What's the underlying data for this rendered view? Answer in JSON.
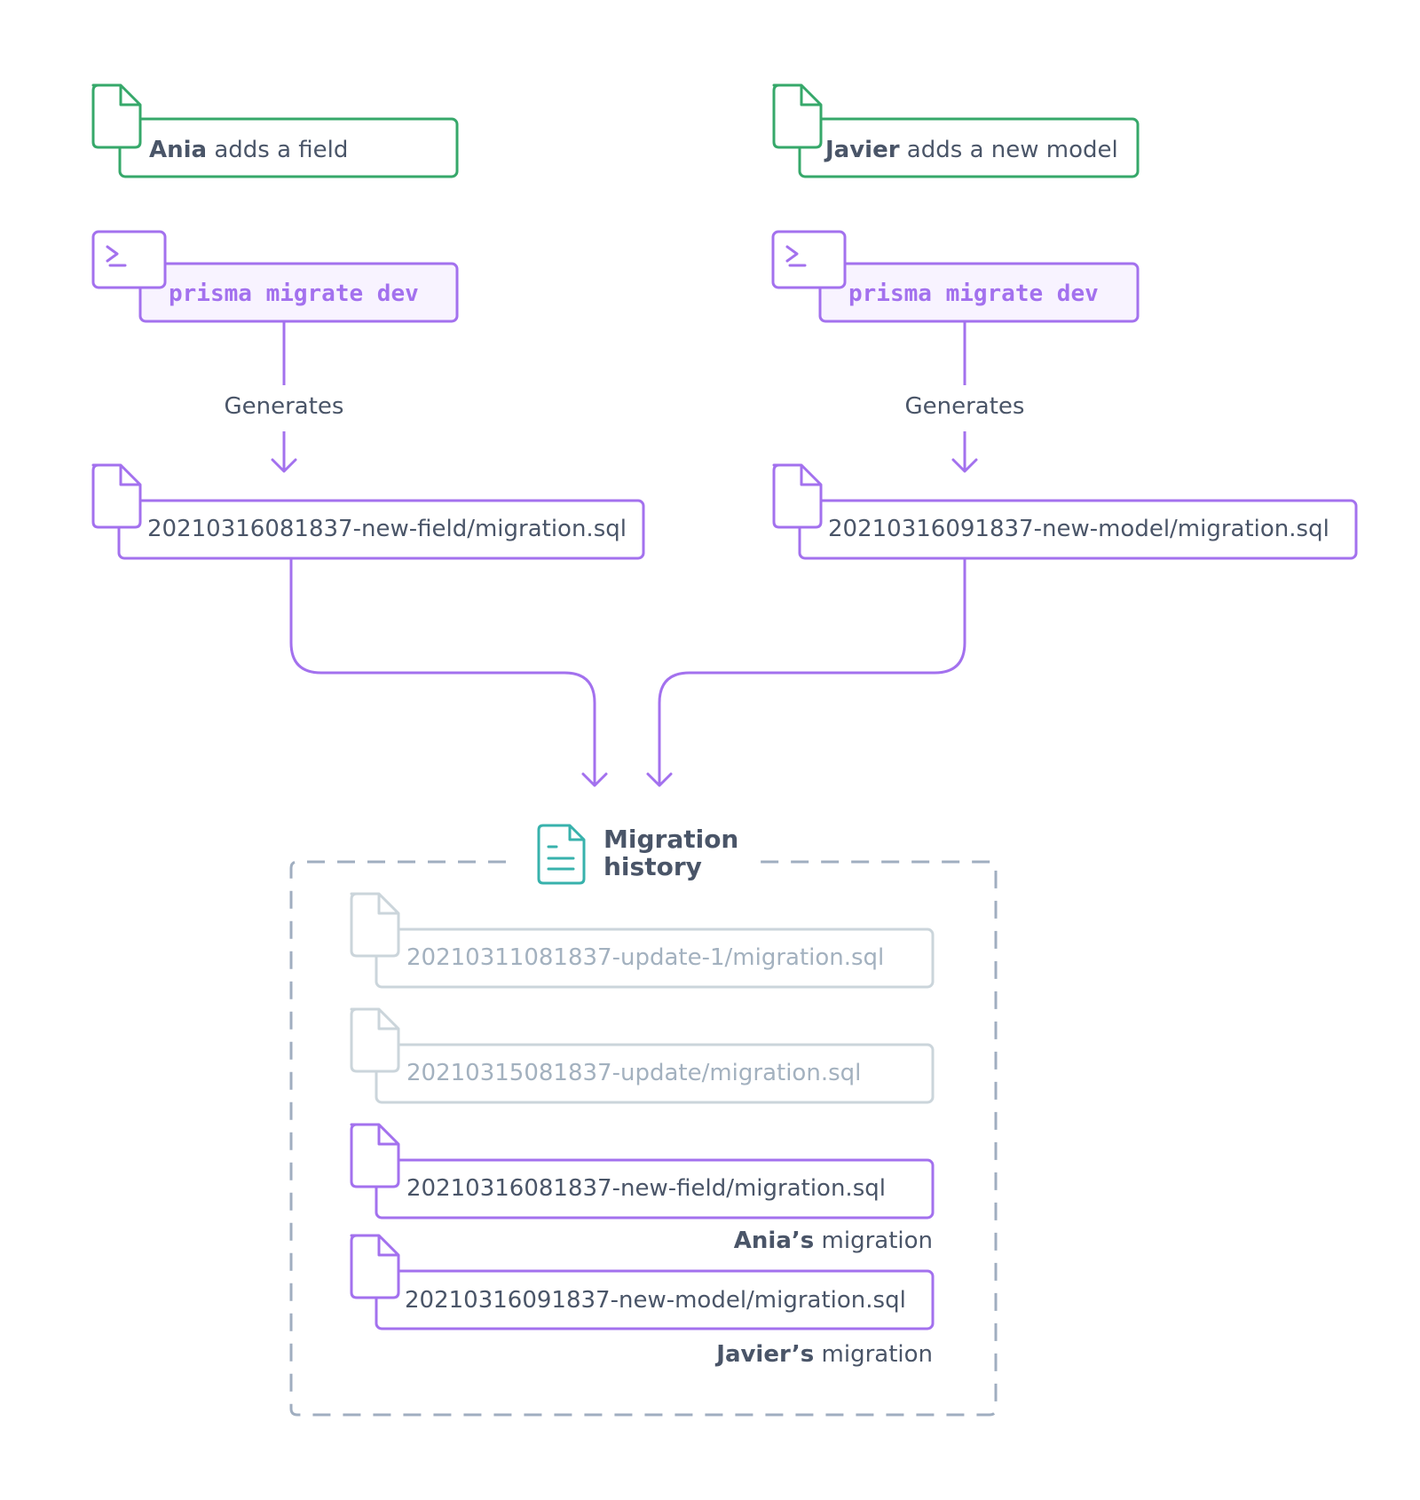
{
  "colors": {
    "green": "#36A86A",
    "purple": "#A371EE",
    "purple_fill": "#F8F3FF",
    "teal": "#38B2AC",
    "gray_border": "#CBD5DB",
    "gray_text": "#A3B1BF",
    "dashed_border": "#A0AEC0",
    "text": "#4A5568"
  },
  "left": {
    "actor_name": "Ania",
    "actor_action": " adds a field",
    "command": "prisma migrate dev",
    "generates_label": "Generates",
    "migration_file": "20210316081837-new-field/migration.sql"
  },
  "right": {
    "actor_name": "Javier",
    "actor_action": " adds a new model",
    "command": "prisma migrate dev",
    "generates_label": "Generates",
    "migration_file": "20210316091837-new-model/migration.sql"
  },
  "history": {
    "title_line1": "Migration",
    "title_line2": "history",
    "items": [
      {
        "file": "20210311081837-update-1/migration.sql",
        "owner": "",
        "owner_suffix": ""
      },
      {
        "file": "20210315081837-update/migration.sql",
        "owner": "",
        "owner_suffix": ""
      },
      {
        "file": "20210316081837-new-field/migration.sql",
        "owner": "Ania’s",
        "owner_suffix": " migration"
      },
      {
        "file": "20210316091837-new-model/migration.sql",
        "owner": "Javier’s",
        "owner_suffix": " migration"
      }
    ]
  }
}
